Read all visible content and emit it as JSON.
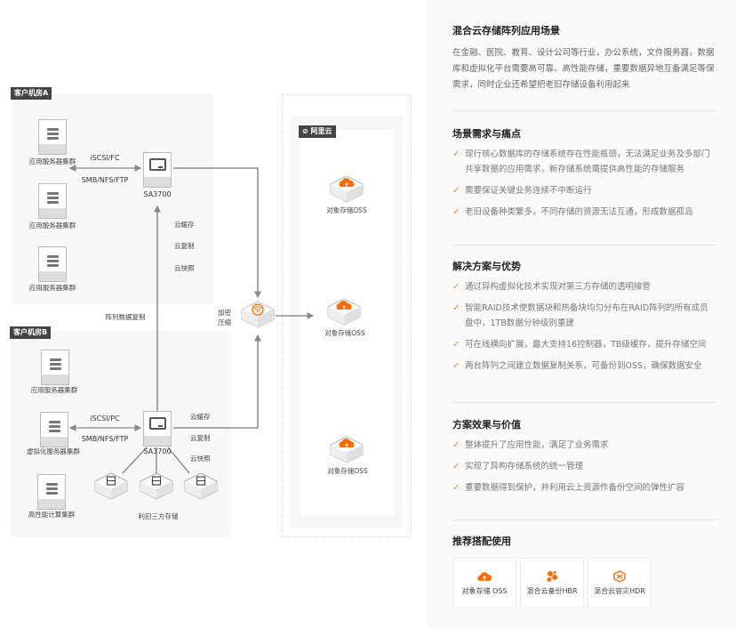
{
  "diagram": {
    "room_a": {
      "tag": "客户机房A",
      "servers": [
        "应用服务器集群",
        "应用服务器集群",
        "应用服务器集群"
      ],
      "protocol_top": "iSCSI/FC",
      "protocol_bottom": "SMB/NFS/FTP",
      "array_label": "SA3700",
      "cloud_features": [
        "云缓存",
        "云复制",
        "云快照"
      ]
    },
    "replication_label": "阵列数据复制",
    "room_b": {
      "tag": "客户机房B",
      "servers": [
        "应用服务器集群",
        "虚拟化服务器集群",
        "高性能计算集群"
      ],
      "protocol_top": "iSCSI/PC",
      "protocol_bottom": "SMB/NFS/FTP",
      "array_label": "SA3700",
      "cloud_features": [
        "云缓存",
        "云复制",
        "云快照"
      ],
      "legacy_label": "利旧三方存储"
    },
    "gateway_label_1": "加密",
    "gateway_label_2": "压缩",
    "cloud": {
      "tag": "阿里云",
      "oss_nodes": [
        "对象存储OSS",
        "对象存储OSS",
        "对象存储OSS"
      ]
    },
    "accent": "#ff6a00"
  },
  "panel": {
    "intro": {
      "title": "混合云存储阵列应用场景",
      "description": "在金融、医院、教育、设计公司等行业，办公系统，文件服务器，数据库和虚拟化平台需要高可靠、高性能存储，重要数据异地互备满足等保需求，同时企业还希望把老旧存储设备利用起来"
    },
    "pain_points": {
      "title": "场景需求与痛点",
      "items": [
        "现行核心数据库的存储系统存在性能瓶颈，无法满足业务及多部门共享数据的应用需求，新存储系统需提供高性能的存储服务",
        "需要保证关键业务连续不中断运行",
        "老旧设备种类繁多，不同存储的资源无法互通，形成数据孤岛"
      ]
    },
    "solutions": {
      "title": "解决方案与优势",
      "items": [
        "通过异构虚拟化技术实现对第三方存储的透明接管",
        "智能RAID技术使数据块和热备块均匀分布在RAID阵列的所有成员盘中，1TB数据分钟级别重建",
        "可在线横向扩展，最大支持16控制器，TB级缓存，提升存储空间",
        "两台阵列之间建立数据复制关系，可备份到OSS，确保数据安全"
      ]
    },
    "value": {
      "title": "方案效果与价值",
      "items": [
        "整体提升了应用性能，满足了业务需求",
        "实现了异构存储系统的统一管理",
        "重要数据得到保护，并利用云上资源作备份空间的弹性扩容"
      ]
    },
    "recommend": {
      "title": "推荐搭配使用",
      "products": [
        {
          "label": "对象存储 OSS",
          "icon": "oss-cloud-icon"
        },
        {
          "label": "混合云备份HBR",
          "icon": "hbr-backup-icon"
        },
        {
          "label": "混合云容灾HDR",
          "icon": "hdr-disaster-recovery-icon"
        }
      ]
    },
    "check_glyph": "✓",
    "check_color": "#f58a28"
  }
}
